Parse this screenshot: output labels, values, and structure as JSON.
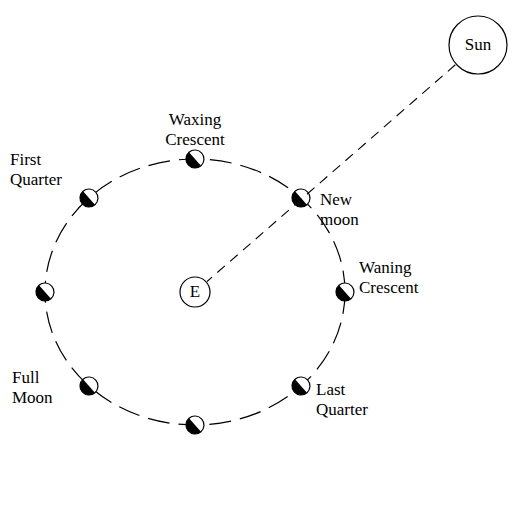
{
  "diagram": {
    "nodes": [
      {
        "text": [
          "Sun"
        ]
      },
      {
        "text": [
          "E"
        ]
      }
    ],
    "edges": [
      {
        "from": 0,
        "to": 1,
        "arrow": "none"
      }
    ],
    "labels": [
      "Waxing Crescent",
      "First Quarter",
      "New moon",
      "Waning Crescent",
      "Full Moon",
      "Last Quarter"
    ]
  }
}
